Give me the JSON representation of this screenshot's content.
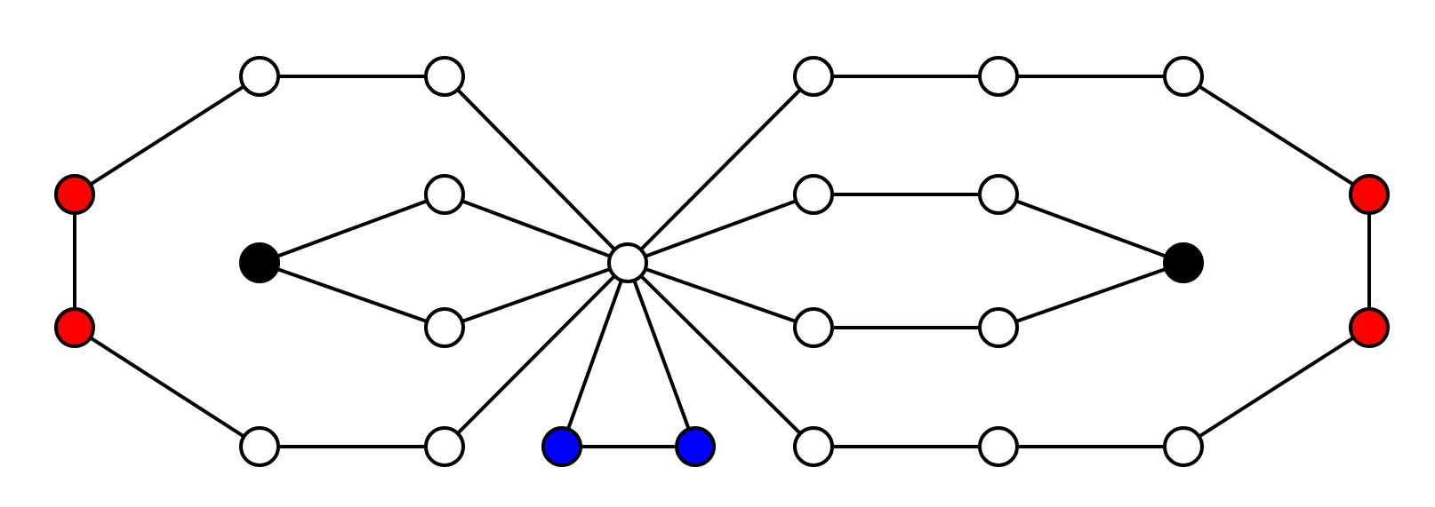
{
  "graph": {
    "colors": {
      "white": "#ffffff",
      "red": "#ff0000",
      "black": "#000000",
      "blue": "#0000ff"
    },
    "nodes": [
      {
        "id": "c",
        "color": "white"
      },
      {
        "id": "l1",
        "color": "white"
      },
      {
        "id": "l2",
        "color": "white"
      },
      {
        "id": "l3",
        "color": "red"
      },
      {
        "id": "l4",
        "color": "red"
      },
      {
        "id": "l5",
        "color": "white"
      },
      {
        "id": "l6",
        "color": "white"
      },
      {
        "id": "l7",
        "color": "white"
      },
      {
        "id": "l8",
        "color": "white"
      },
      {
        "id": "lb",
        "color": "black"
      },
      {
        "id": "b1",
        "color": "blue"
      },
      {
        "id": "b2",
        "color": "blue"
      },
      {
        "id": "r1",
        "color": "white"
      },
      {
        "id": "r2",
        "color": "white"
      },
      {
        "id": "r3",
        "color": "white"
      },
      {
        "id": "r4",
        "color": "red"
      },
      {
        "id": "r5",
        "color": "red"
      },
      {
        "id": "r6",
        "color": "white"
      },
      {
        "id": "r7",
        "color": "white"
      },
      {
        "id": "r8",
        "color": "white"
      },
      {
        "id": "r9",
        "color": "white"
      },
      {
        "id": "r10",
        "color": "white"
      },
      {
        "id": "r11",
        "color": "white"
      },
      {
        "id": "r12",
        "color": "white"
      },
      {
        "id": "rb",
        "color": "black"
      }
    ],
    "edges": [
      [
        "l2",
        "l1"
      ],
      [
        "l1",
        "l3"
      ],
      [
        "l3",
        "l4"
      ],
      [
        "l4",
        "l5"
      ],
      [
        "l5",
        "l6"
      ],
      [
        "l2",
        "c"
      ],
      [
        "l6",
        "c"
      ],
      [
        "lb",
        "l7"
      ],
      [
        "lb",
        "l8"
      ],
      [
        "l7",
        "c"
      ],
      [
        "l8",
        "c"
      ],
      [
        "b1",
        "c"
      ],
      [
        "b2",
        "c"
      ],
      [
        "b1",
        "b2"
      ],
      [
        "c",
        "r1"
      ],
      [
        "r1",
        "r2"
      ],
      [
        "r2",
        "r3"
      ],
      [
        "r3",
        "r4"
      ],
      [
        "r4",
        "r5"
      ],
      [
        "r5",
        "r6"
      ],
      [
        "r6",
        "r7"
      ],
      [
        "r7",
        "r8"
      ],
      [
        "r8",
        "c"
      ],
      [
        "c",
        "r9"
      ],
      [
        "r9",
        "r10"
      ],
      [
        "r10",
        "rb"
      ],
      [
        "c",
        "r11"
      ],
      [
        "r11",
        "r12"
      ],
      [
        "r12",
        "rb"
      ]
    ]
  }
}
